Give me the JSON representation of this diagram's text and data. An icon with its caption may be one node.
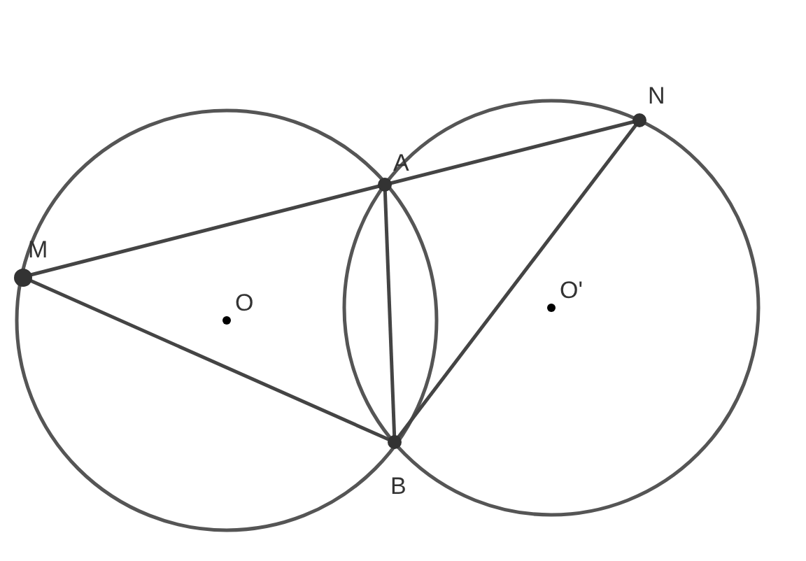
{
  "diagram": {
    "nodes": [
      {
        "text": [
          "M"
        ]
      },
      {
        "text": [
          "A"
        ]
      },
      {
        "text": [
          "N"
        ]
      },
      {
        "text": [
          "O"
        ]
      },
      {
        "text": [
          "O'"
        ]
      },
      {
        "text": [
          "B"
        ]
      }
    ],
    "edges": [
      {
        "from": 0,
        "to": 1,
        "arrow": "none"
      },
      {
        "from": 1,
        "to": 2,
        "arrow": "none"
      },
      {
        "from": 0,
        "to": 5,
        "arrow": "none"
      },
      {
        "from": 1,
        "to": 5,
        "arrow": "none"
      },
      {
        "from": 5,
        "to": 2,
        "arrow": "none"
      }
    ]
  }
}
